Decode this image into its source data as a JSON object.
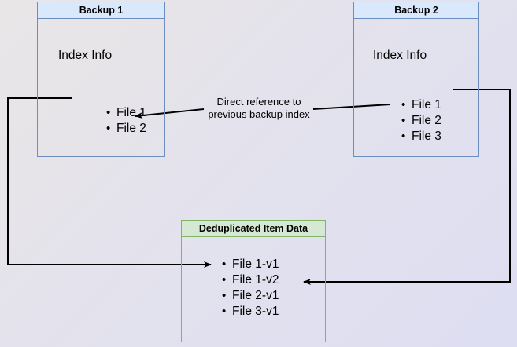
{
  "diagram": {
    "title": "Backup deduplication index reference diagram",
    "background": {
      "color_start": "#e9e6e7",
      "color_end": "#dedef2"
    },
    "colors": {
      "blue_fill": "#dae8fc",
      "blue_stroke": "#6c8ebf",
      "green_fill": "#d5e8d4",
      "green_stroke": "#82b366",
      "edge_stroke": "#000000"
    },
    "nodes": {
      "backup1": {
        "header": "Backup 1",
        "section_label": "Index Info",
        "items": [
          "File 1",
          "File 2"
        ]
      },
      "backup2": {
        "header": "Backup 2",
        "section_label": "Index Info",
        "items": [
          "File 1",
          "File 2",
          "File 3"
        ]
      },
      "dedup": {
        "header": "Deduplicated Item Data",
        "items": [
          "File 1-v1",
          "File 1-v2",
          "File 2-v1",
          "File 3-v1"
        ]
      }
    },
    "edges": [
      {
        "name": "direct-reference-edge",
        "label": "Direct reference to\nprevious backup index",
        "from": "backup2.File 2",
        "to": "backup1.File 2"
      },
      {
        "name": "backup1-to-dedup-edge",
        "label": "",
        "from": "backup1.File 1",
        "to": "dedup.File 1-v1"
      },
      {
        "name": "backup2-to-dedup-edge",
        "label": "",
        "from": "backup2.File 1",
        "to": "dedup.File 1-v2"
      }
    ]
  }
}
